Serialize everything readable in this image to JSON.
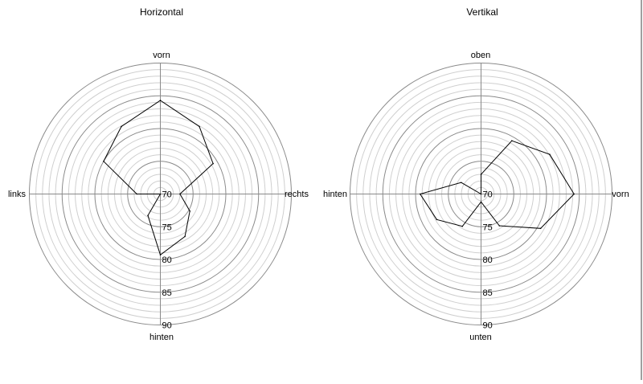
{
  "chart_data": [
    {
      "type": "radar",
      "title": "Horizontal",
      "rlim": [
        70,
        90
      ],
      "r_ticks": [
        "70",
        "75",
        "80",
        "85",
        "90"
      ],
      "minor_step": 1,
      "axis_labels": {
        "top": "vorn",
        "right": "rechts",
        "bottom": "hinten",
        "left": "links"
      },
      "angles_deg": [
        0,
        30,
        60,
        90,
        120,
        150,
        180,
        210,
        240,
        270,
        300,
        330
      ],
      "values": [
        84.3,
        81.9,
        79.3,
        73.0,
        75.2,
        77.5,
        79.3,
        73.8,
        70.0,
        73.6,
        80.0,
        81.9
      ]
    },
    {
      "type": "radar",
      "title": "Vertikal",
      "rlim": [
        70,
        90
      ],
      "r_ticks": [
        "70",
        "75",
        "80",
        "85",
        "90"
      ],
      "minor_step": 1,
      "axis_labels": {
        "top": "oben",
        "right": "vorn",
        "bottom": "unten",
        "left": "hinten"
      },
      "angles_deg": [
        0,
        30,
        60,
        90,
        120,
        150,
        180,
        210,
        240,
        270,
        300,
        330
      ],
      "values": [
        73.0,
        79.4,
        82.1,
        84.2,
        80.5,
        75.6,
        71.2,
        75.7,
        77.8,
        79.3,
        73.5,
        70.0
      ]
    }
  ],
  "colors": {
    "minor_ring": "#cfcfcf",
    "major_ring": "#8a8a8a",
    "axis": "#8a8a8a",
    "series": "#000000"
  }
}
